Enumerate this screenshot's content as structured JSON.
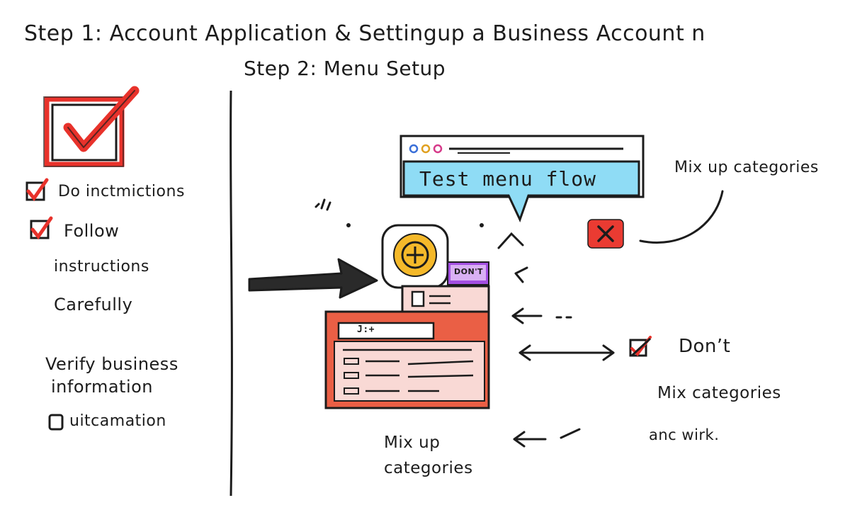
{
  "header": {
    "step1": "Step 1: Account Application & Settingup a Business Account n",
    "step2": "Step 2: Menu Setup"
  },
  "left_panel": {
    "item1": "Do inctmictions",
    "item2": "Follow",
    "item2_line2": "instructions",
    "item2_line3": "Carefully",
    "verify_line1": "Verify business",
    "verify_line2": "information",
    "item3": "uitcamation"
  },
  "right_panel": {
    "browser_banner": "Test menu flow",
    "dont_tag": "DON'T",
    "search_text": "J:+",
    "note_top_right": "Mix up categories",
    "dont_heading": "Don’t",
    "dont_line1": "Mix categories",
    "dont_line2": "anc wirk.",
    "bottom_caption_line1": "Mix up",
    "bottom_caption_line2": "categories"
  },
  "colors": {
    "check_red": "#e8322b",
    "banner_blue": "#8fdcf5",
    "plus_yellow": "#f5b92a",
    "tag_purple": "#a24ee0",
    "form_orange": "#ea5f45",
    "form_pink": "#f9d9d5",
    "ink": "#1c1c1c"
  },
  "icons": {
    "big_check": "checkmark-icon",
    "plus": "plus-icon",
    "close": "close-icon",
    "arrow": "arrow-icon"
  }
}
